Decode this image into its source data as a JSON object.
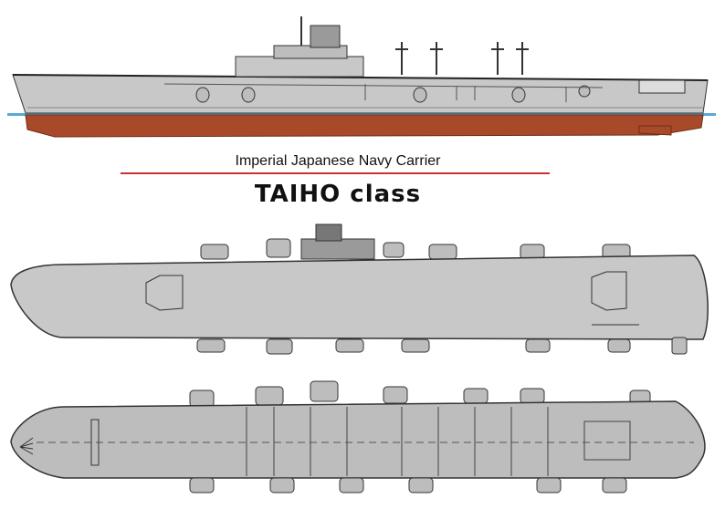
{
  "caption": {
    "subtitle": "Imperial Japanese Navy  Carrier",
    "title": "TAIHO class"
  },
  "views": [
    "side-profile",
    "flight-deck-plan",
    "hangar-plan"
  ],
  "colors": {
    "hull_grey": "#c8c8c8",
    "deck_grey": "#bdbdbd",
    "antifouling_red": "#a84a2a",
    "waterline_blue": "#5aa9d6",
    "title_rule_red": "#c83232",
    "outline": "#333333"
  }
}
